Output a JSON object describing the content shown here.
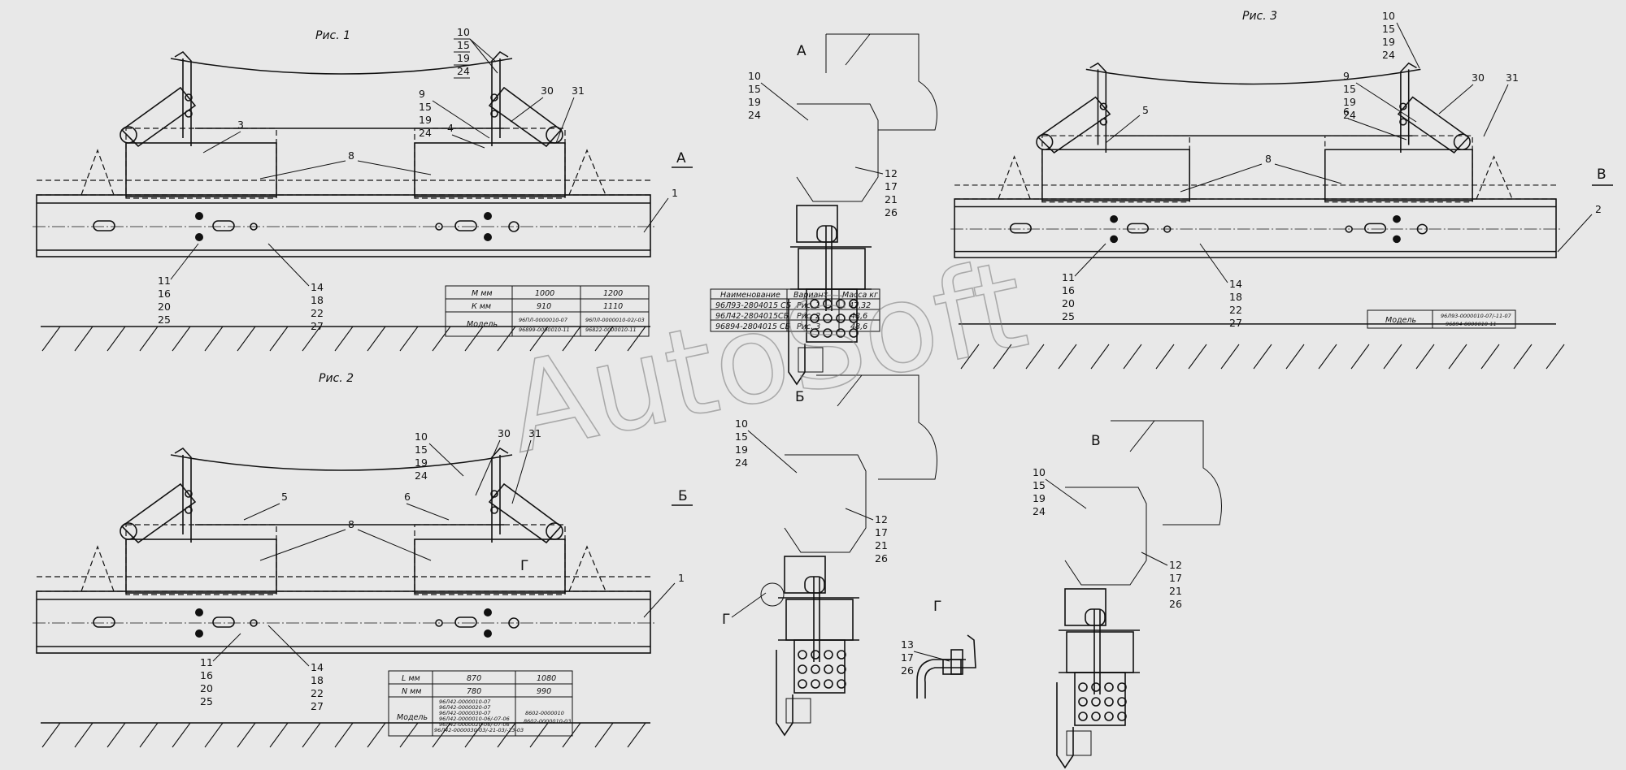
{
  "figures": {
    "fig1": "Рис. 1",
    "fig2": "Рис. 2",
    "fig3": "Рис. 3"
  },
  "views": {
    "a": "А",
    "b": "Б",
    "v": "В",
    "g": "Г"
  },
  "callouts": {
    "f1_top": [
      "10",
      "15",
      "19",
      "24"
    ],
    "f1_bolt": [
      "9",
      "15",
      "19",
      "24"
    ],
    "f1_holes": [
      "11",
      "16",
      "20",
      "25"
    ],
    "f1_holes2": [
      "14",
      "18",
      "22",
      "27"
    ],
    "f1_3": "3",
    "f1_4": "4",
    "f1_8": "8",
    "f1_30": "30",
    "f1_31": "31",
    "f1_1": "1",
    "f2_top": [
      "10",
      "15",
      "19",
      "24"
    ],
    "f2_holes": [
      "11",
      "16",
      "20",
      "25"
    ],
    "f2_holes2": [
      "14",
      "18",
      "22",
      "27"
    ],
    "f2_5": "5",
    "f2_6": "6",
    "f2_8": "8",
    "f2_30": "30",
    "f2_31": "31",
    "f2_1": "1",
    "f3_top": [
      "10",
      "15",
      "19",
      "24"
    ],
    "f3_bolt": [
      "9",
      "15",
      "19",
      "24"
    ],
    "f3_holes": [
      "11",
      "16",
      "20",
      "25"
    ],
    "f3_holes2": [
      "14",
      "18",
      "22",
      "27"
    ],
    "f3_5": "5",
    "f3_6": "6",
    "f3_8": "8",
    "f3_30": "30",
    "f3_31": "31",
    "f3_2": "2",
    "det_top": [
      "10",
      "15",
      "19",
      "24"
    ],
    "det_side": [
      "12",
      "17",
      "21",
      "26"
    ],
    "g_stack": [
      "13",
      "17",
      "26"
    ]
  },
  "table1": {
    "row1_label": "М мм",
    "row1": [
      "1000",
      "1200"
    ],
    "row2_label": "К мм",
    "row2": [
      "910",
      "1110"
    ],
    "row3_label": "Модель",
    "row3a": [
      "96ПЛ-0000010-07",
      "96ПЛ-0000010-02/-03"
    ],
    "row3b": [
      "96899-0000010-11",
      "96822-0000010-11"
    ]
  },
  "table_center": {
    "headers": [
      "Наименование",
      "Вариант",
      "Масса кг"
    ],
    "rows": [
      [
        "96Л93-2804015 СБ",
        "Рис. 1",
        "47,32"
      ],
      [
        "96Л42-2804015СБ",
        "Рис. 2",
        "48,6"
      ],
      [
        "96894-2804015 СБ",
        "Рис. 3",
        "48,6"
      ]
    ]
  },
  "table2": {
    "row1_label": "L мм",
    "row1": [
      "870",
      "1080"
    ],
    "row2_label": "N мм",
    "row2": [
      "780",
      "990"
    ],
    "row3_label": "Модель",
    "row3_left": [
      "96Л42-0000010-07",
      "96Л42-0000020-07",
      "96Л42-0000030-07",
      "96Л42-0000010-06/-07-06",
      "96Л42-0000020-06/-07-06",
      "96Л42-0000030-03/-21-03/-23-03"
    ],
    "row3_right": [
      "8602-0000010",
      "8602-0000010-03"
    ]
  },
  "table3": {
    "label": "Модель",
    "lines": [
      "96Л93-0000010-07/-11-07",
      "96894-0000010-11"
    ]
  },
  "watermark": "AutoSoft"
}
